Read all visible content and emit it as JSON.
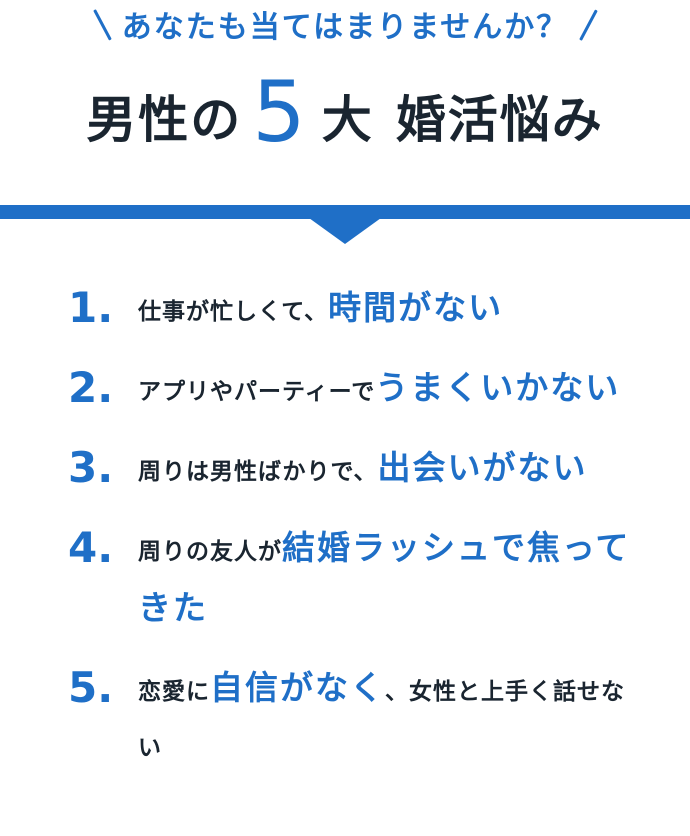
{
  "header": {
    "eyebrow": "あなたも当てはまりませんか？",
    "title_pre": "男性の",
    "title_num": "5",
    "title_mid": "大",
    "title_post": "婚活悩み"
  },
  "items": [
    {
      "num": "1.",
      "a": "仕事が忙しくて、",
      "b": "時間がない",
      "c": ""
    },
    {
      "num": "2.",
      "a": "アプリやパーティーで",
      "b": "うまくいかない",
      "c": ""
    },
    {
      "num": "3.",
      "a": "周りは男性ばかりで、",
      "b": "出会いがない",
      "c": ""
    },
    {
      "num": "4.",
      "a": "周りの友人が",
      "b": "結婚ラッシュで焦ってきた",
      "c": ""
    },
    {
      "num": "5.",
      "a": "恋愛に",
      "b": "自信がなく",
      "c": "、女性と上手く話せない"
    }
  ],
  "colors": {
    "accent": "#1f6fc7",
    "text": "#1a2530",
    "background": "#ffffff"
  }
}
